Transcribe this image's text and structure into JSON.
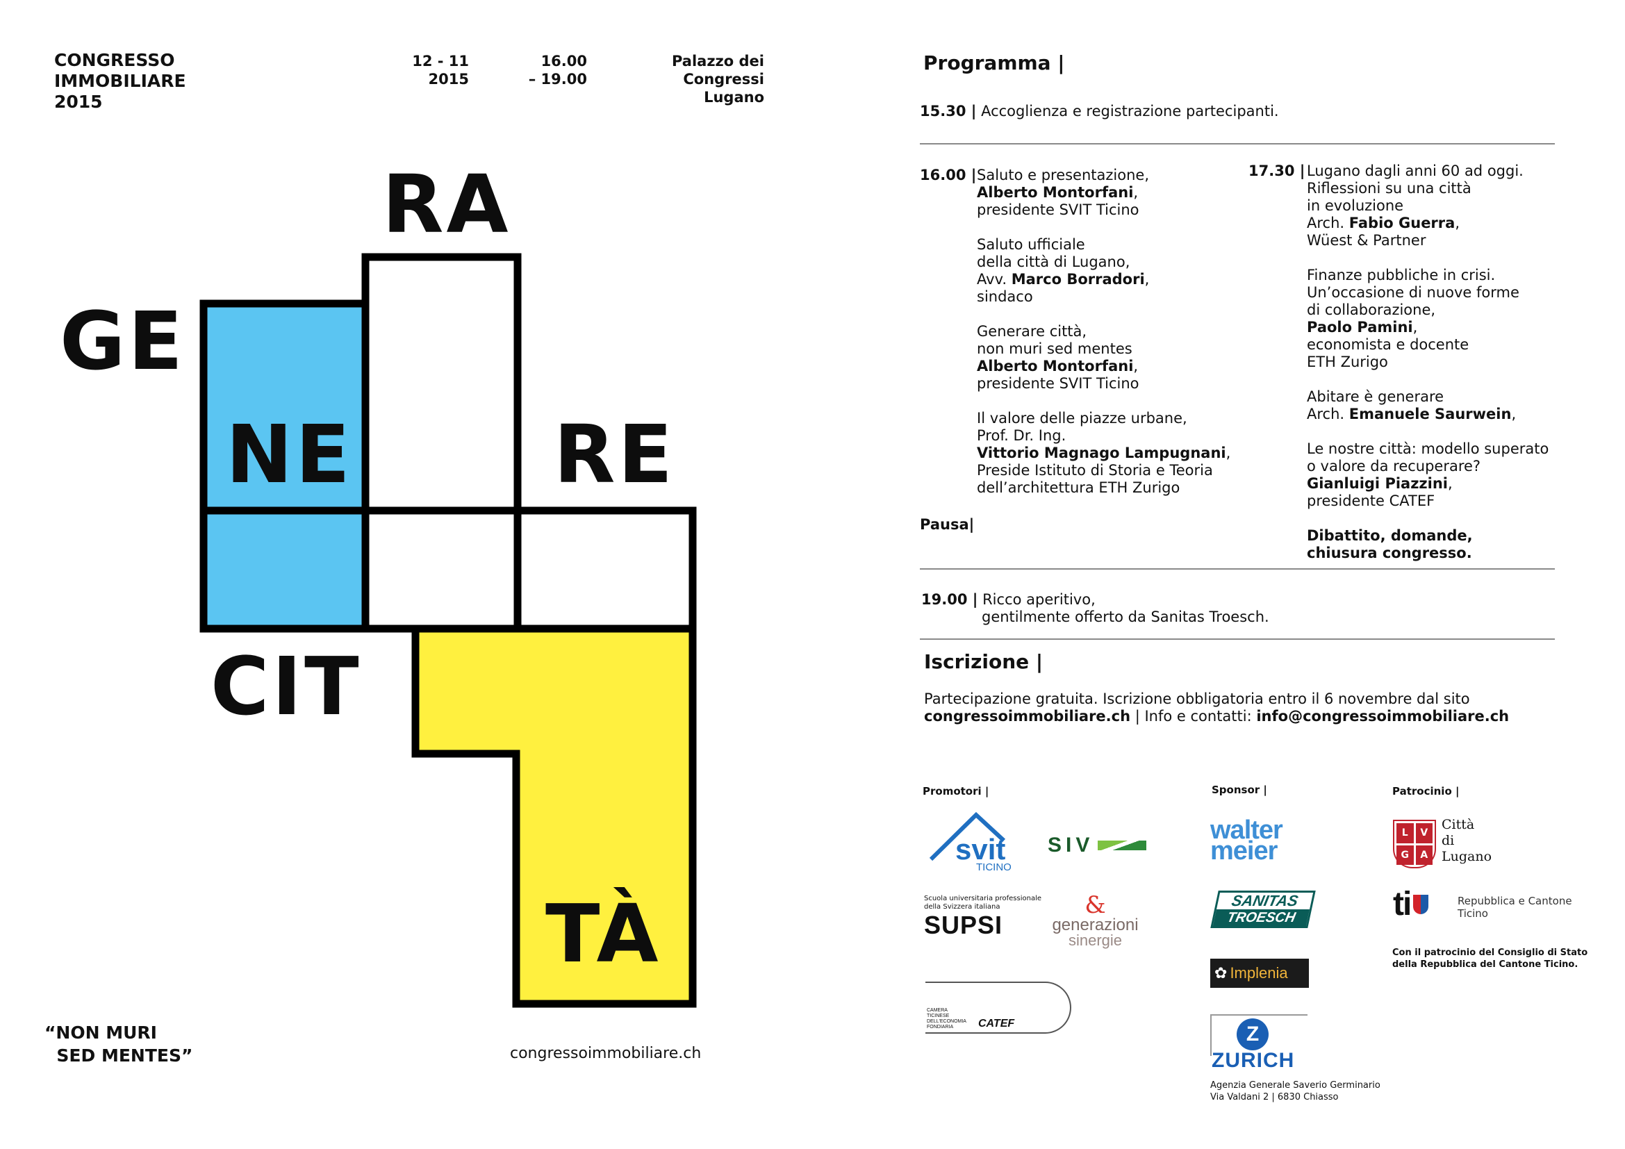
{
  "header": {
    "title_lines": [
      "CONGRESSO",
      "IMMOBILIARE",
      "2015"
    ],
    "date_lines": [
      "12 - 11",
      "2015"
    ],
    "time_lines": [
      "16.00",
      "– 19.00"
    ],
    "venue_lines": [
      "Palazzo dei",
      "Congressi",
      "Lugano"
    ]
  },
  "graphic": {
    "syllables": {
      "ra": "RA",
      "ge": "GE",
      "ne": "NE",
      "re": "RE",
      "cit": "CIT",
      "ta": "TÀ"
    },
    "colors": {
      "blue": "#5bc5f2",
      "yellow": "#fff03f",
      "stroke": "#000000"
    }
  },
  "footer": {
    "motto": "“NON MURI\n  SED MENTES”",
    "site": "congressoimmobiliare.ch"
  },
  "programma": {
    "heading": "Programma |",
    "first": {
      "time": "15.30 |",
      "text": "Accoglienza e registrazione partecipanti."
    },
    "left": {
      "time": "16.00 |",
      "blocks": [
        [
          {
            "t": "Saluto e presentazione,",
            "b": false
          },
          {
            "t": "Alberto Montorfani",
            "b": true,
            "suffix": ","
          },
          {
            "t": "presidente SVIT Ticino",
            "b": false
          }
        ],
        [
          {
            "t": "Saluto ufficiale",
            "b": false
          },
          {
            "t": "della città di Lugano,",
            "b": false
          },
          {
            "t": "Avv. ",
            "b": false,
            "bold_part": "Marco Borradori",
            "suffix": ","
          },
          {
            "t": "sindaco",
            "b": false
          }
        ],
        [
          {
            "t": "Generare città,",
            "b": false
          },
          {
            "t": "non muri sed mentes",
            "b": false
          },
          {
            "t": "Alberto Montorfani",
            "b": true,
            "suffix": ","
          },
          {
            "t": "presidente SVIT Ticino",
            "b": false
          }
        ],
        [
          {
            "t": "Il valore delle piazze urbane,",
            "b": false
          },
          {
            "t": "Prof. Dr. Ing.",
            "b": false
          },
          {
            "t": "Vittorio Magnago Lampugnani",
            "b": true,
            "suffix": ","
          },
          {
            "t": "Preside Istituto di Storia e Teoria",
            "b": false
          },
          {
            "t": "dell’architettura ETH Zurigo",
            "b": false
          }
        ]
      ],
      "pausa": "Pausa|"
    },
    "right": {
      "time": "17.30 |",
      "blocks": [
        [
          {
            "t": "Lugano dagli anni 60 ad oggi.",
            "b": false
          },
          {
            "t": "Riflessioni su una città",
            "b": false
          },
          {
            "t": "in evoluzione",
            "b": false
          },
          {
            "t": "Arch. ",
            "b": false,
            "bold_part": "Fabio Guerra",
            "suffix": ","
          },
          {
            "t": "Wüest & Partner",
            "b": false
          }
        ],
        [
          {
            "t": "Finanze pubbliche in crisi.",
            "b": false
          },
          {
            "t": "Un’occasione di nuove forme",
            "b": false
          },
          {
            "t": "di collaborazione,",
            "b": false
          },
          {
            "t": "Paolo Pamini",
            "b": true,
            "suffix": ","
          },
          {
            "t": "economista e docente",
            "b": false
          },
          {
            "t": "ETH Zurigo",
            "b": false
          }
        ],
        [
          {
            "t": "Abitare è generare",
            "b": false
          },
          {
            "t": "Arch. ",
            "b": false,
            "bold_part": "Emanuele Saurwein",
            "suffix": ","
          }
        ],
        [
          {
            "t": "Le nostre città: modello superato",
            "b": false
          },
          {
            "t": "o valore da recuperare?",
            "b": false
          },
          {
            "t": "Gianluigi Piazzini",
            "b": true,
            "suffix": ","
          },
          {
            "t": "presidente CATEF",
            "b": false
          }
        ],
        [
          {
            "t": "Dibattito, domande,",
            "b": true
          },
          {
            "t": "chiusura congresso.",
            "b": true
          }
        ]
      ]
    },
    "last": {
      "time": "19.00 |",
      "lines": [
        "Ricco aperitivo,",
        "gentilmente offerto da Sanitas Troesch."
      ]
    }
  },
  "iscrizione": {
    "heading": "Iscrizione |",
    "line1": "Partecipazione gratuita. Iscrizione obbligatoria entro il 6 novembre dal sito",
    "site": "congressoimmobiliare.ch",
    "sep": " | Info e contatti: ",
    "email": "info@congressoimmobiliare.ch"
  },
  "logos": {
    "promotori": "Promotori |",
    "sponsor": "Sponsor |",
    "patrocinio": "Patrocinio |",
    "svit": "svit",
    "svit_sub": "TICINO",
    "siv": "SIV",
    "supsi_small_1": "Scuola universitaria professionale",
    "supsi_small_2": "della Svizzera italiana",
    "supsi": "SUPSI",
    "gen_1": "generazioni",
    "gen_2": "sinergie",
    "catef_small": [
      "CAMERA",
      "TICINESE",
      "DELL'ECONOMIA",
      "FONDIARIA"
    ],
    "catef": "CATEF",
    "walter_1": "walter",
    "walter_2": "meier",
    "sanitas_1": "SANITAS",
    "sanitas_2": "TROESCH",
    "implenia": "Implenia",
    "zurich": "ZURICH",
    "zurich_sub_1": "Agenzia Generale Saverio Germinario",
    "zurich_sub_2": "Via Valdani 2 | 6830 Chiasso",
    "lugano_letters": [
      "L",
      "V",
      "G",
      "A"
    ],
    "lugano_1": "Città",
    "lugano_2": "di",
    "lugano_3": "Lugano",
    "ti": "ti",
    "ticino_1": "Repubblica e Cantone",
    "ticino_2": "Ticino",
    "patrocinio_1": "Con il patrocinio del Consiglio di Stato",
    "patrocinio_2": "della Repubblica del Cantone Ticino."
  }
}
